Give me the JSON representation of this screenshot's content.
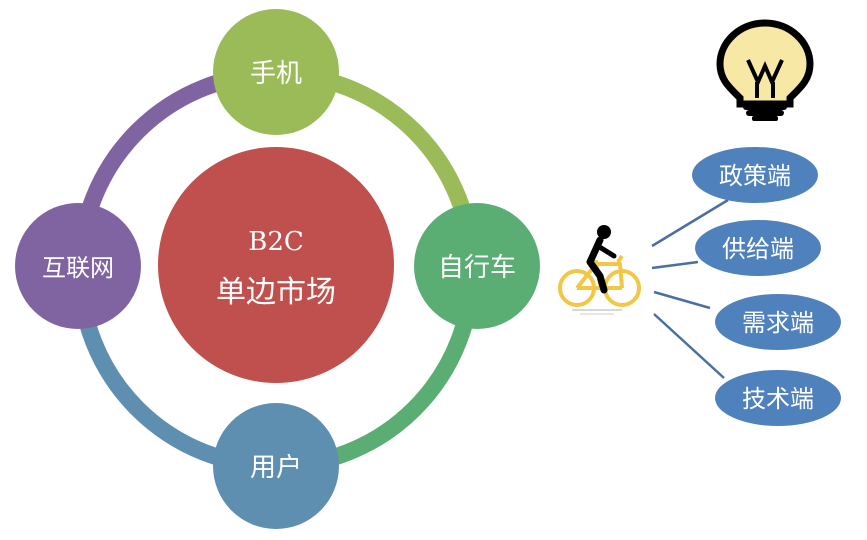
{
  "center": {
    "line1": "B2C",
    "line2": "单边市场"
  },
  "nodes": {
    "top": "手机",
    "right": "自行车",
    "bottom": "用户",
    "left": "互联网"
  },
  "sides": [
    {
      "label": "政策端"
    },
    {
      "label": "供给端"
    },
    {
      "label": "需求端"
    },
    {
      "label": "技术端"
    }
  ],
  "colors": {
    "arc_top_right": "#9BBB59",
    "arc_right_bottom": "#5BAE73",
    "arc_bottom_left": "#5F8FB0",
    "arc_left_top": "#8064A2",
    "node_top": "#9BBB59",
    "node_right": "#5BAE73",
    "node_bottom": "#5F8FB0",
    "node_left": "#8064A2",
    "center": "#C0504D",
    "side_ellipse": "#4F81BD",
    "connector": "#4A6FA5",
    "bike_frame": "#F2C744",
    "bulb": "#F8E8A6"
  }
}
